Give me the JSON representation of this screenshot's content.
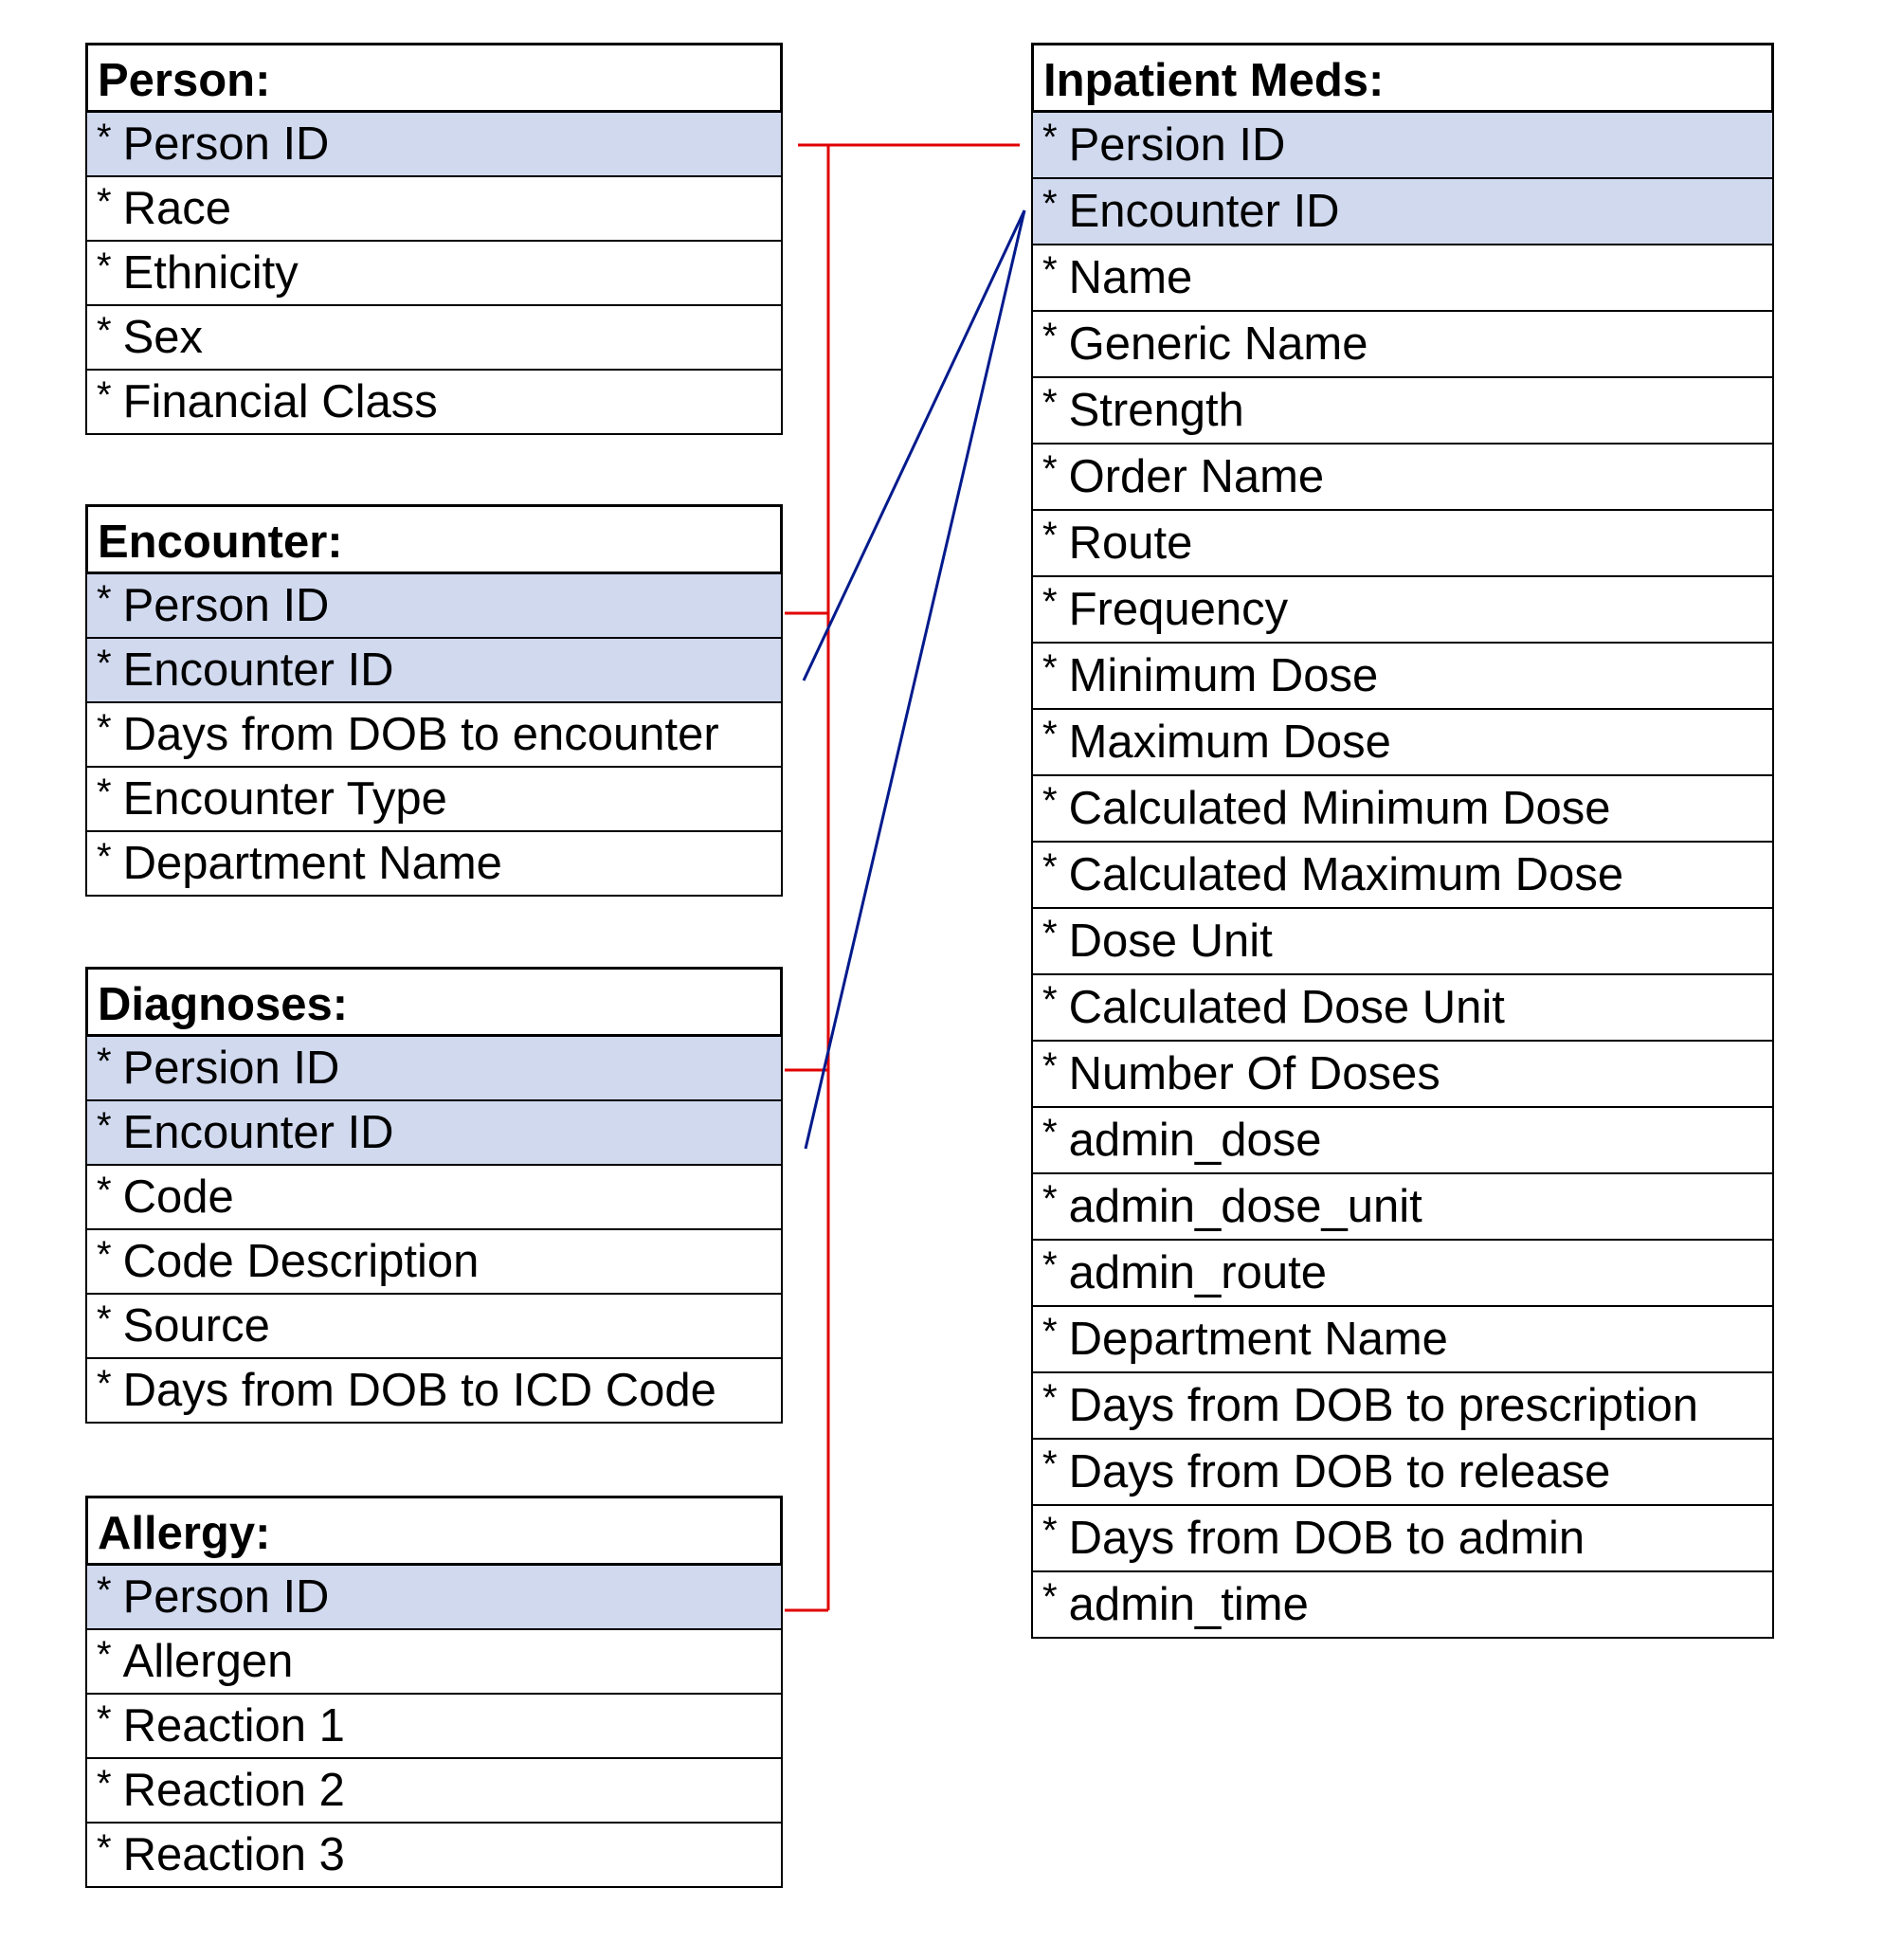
{
  "entities": {
    "person": {
      "title": "Person:",
      "fields": [
        {
          "label": "Person ID",
          "key": true
        },
        {
          "label": "Race",
          "key": false
        },
        {
          "label": "Ethnicity",
          "key": false
        },
        {
          "label": "Sex",
          "key": false
        },
        {
          "label": "Financial Class",
          "key": false
        }
      ]
    },
    "encounter": {
      "title": "Encounter:",
      "fields": [
        {
          "label": "Person ID",
          "key": true
        },
        {
          "label": "Encounter ID",
          "key": true
        },
        {
          "label": "Days from DOB to encounter",
          "key": false
        },
        {
          "label": "Encounter Type",
          "key": false
        },
        {
          "label": "Department Name",
          "key": false
        }
      ]
    },
    "diagnoses": {
      "title": "Diagnoses:",
      "fields": [
        {
          "label": "Persion ID",
          "key": true
        },
        {
          "label": "Encounter ID",
          "key": true
        },
        {
          "label": "Code",
          "key": false
        },
        {
          "label": "Code Description",
          "key": false
        },
        {
          "label": "Source",
          "key": false
        },
        {
          "label": "Days from DOB to ICD Code",
          "key": false
        }
      ]
    },
    "allergy": {
      "title": "Allergy:",
      "fields": [
        {
          "label": "Person ID",
          "key": true
        },
        {
          "label": "Allergen",
          "key": false
        },
        {
          "label": "Reaction 1",
          "key": false
        },
        {
          "label": "Reaction 2",
          "key": false
        },
        {
          "label": "Reaction 3",
          "key": false
        }
      ]
    },
    "meds": {
      "title": "Inpatient Meds:",
      "fields": [
        {
          "label": "Persion ID",
          "key": true
        },
        {
          "label": "Encounter ID",
          "key": true
        },
        {
          "label": "Name",
          "key": false
        },
        {
          "label": "Generic Name",
          "key": false
        },
        {
          "label": "Strength",
          "key": false
        },
        {
          "label": "Order Name",
          "key": false
        },
        {
          "label": "Route",
          "key": false
        },
        {
          "label": "Frequency",
          "key": false
        },
        {
          "label": "Minimum Dose",
          "key": false
        },
        {
          "label": "Maximum Dose",
          "key": false
        },
        {
          "label": "Calculated Minimum Dose",
          "key": false
        },
        {
          "label": "Calculated Maximum Dose",
          "key": false
        },
        {
          "label": "Dose Unit",
          "key": false
        },
        {
          "label": "Calculated Dose Unit",
          "key": false
        },
        {
          "label": "Number Of Doses",
          "key": false
        },
        {
          "label": "admin_dose",
          "key": false
        },
        {
          "label": "admin_dose_unit",
          "key": false
        },
        {
          "label": "admin_route",
          "key": false
        },
        {
          "label": "Department Name",
          "key": false
        },
        {
          "label": "Days from DOB to prescription",
          "key": false
        },
        {
          "label": "Days from DOB to release",
          "key": false
        },
        {
          "label": "Days from DOB to admin",
          "key": false
        },
        {
          "label": "admin_time",
          "key": false
        }
      ]
    }
  },
  "field_marker": "*",
  "colors": {
    "key_row_fill": "#d0d9ee",
    "person_link": "#e00000",
    "encounter_link": "#001a8c"
  }
}
